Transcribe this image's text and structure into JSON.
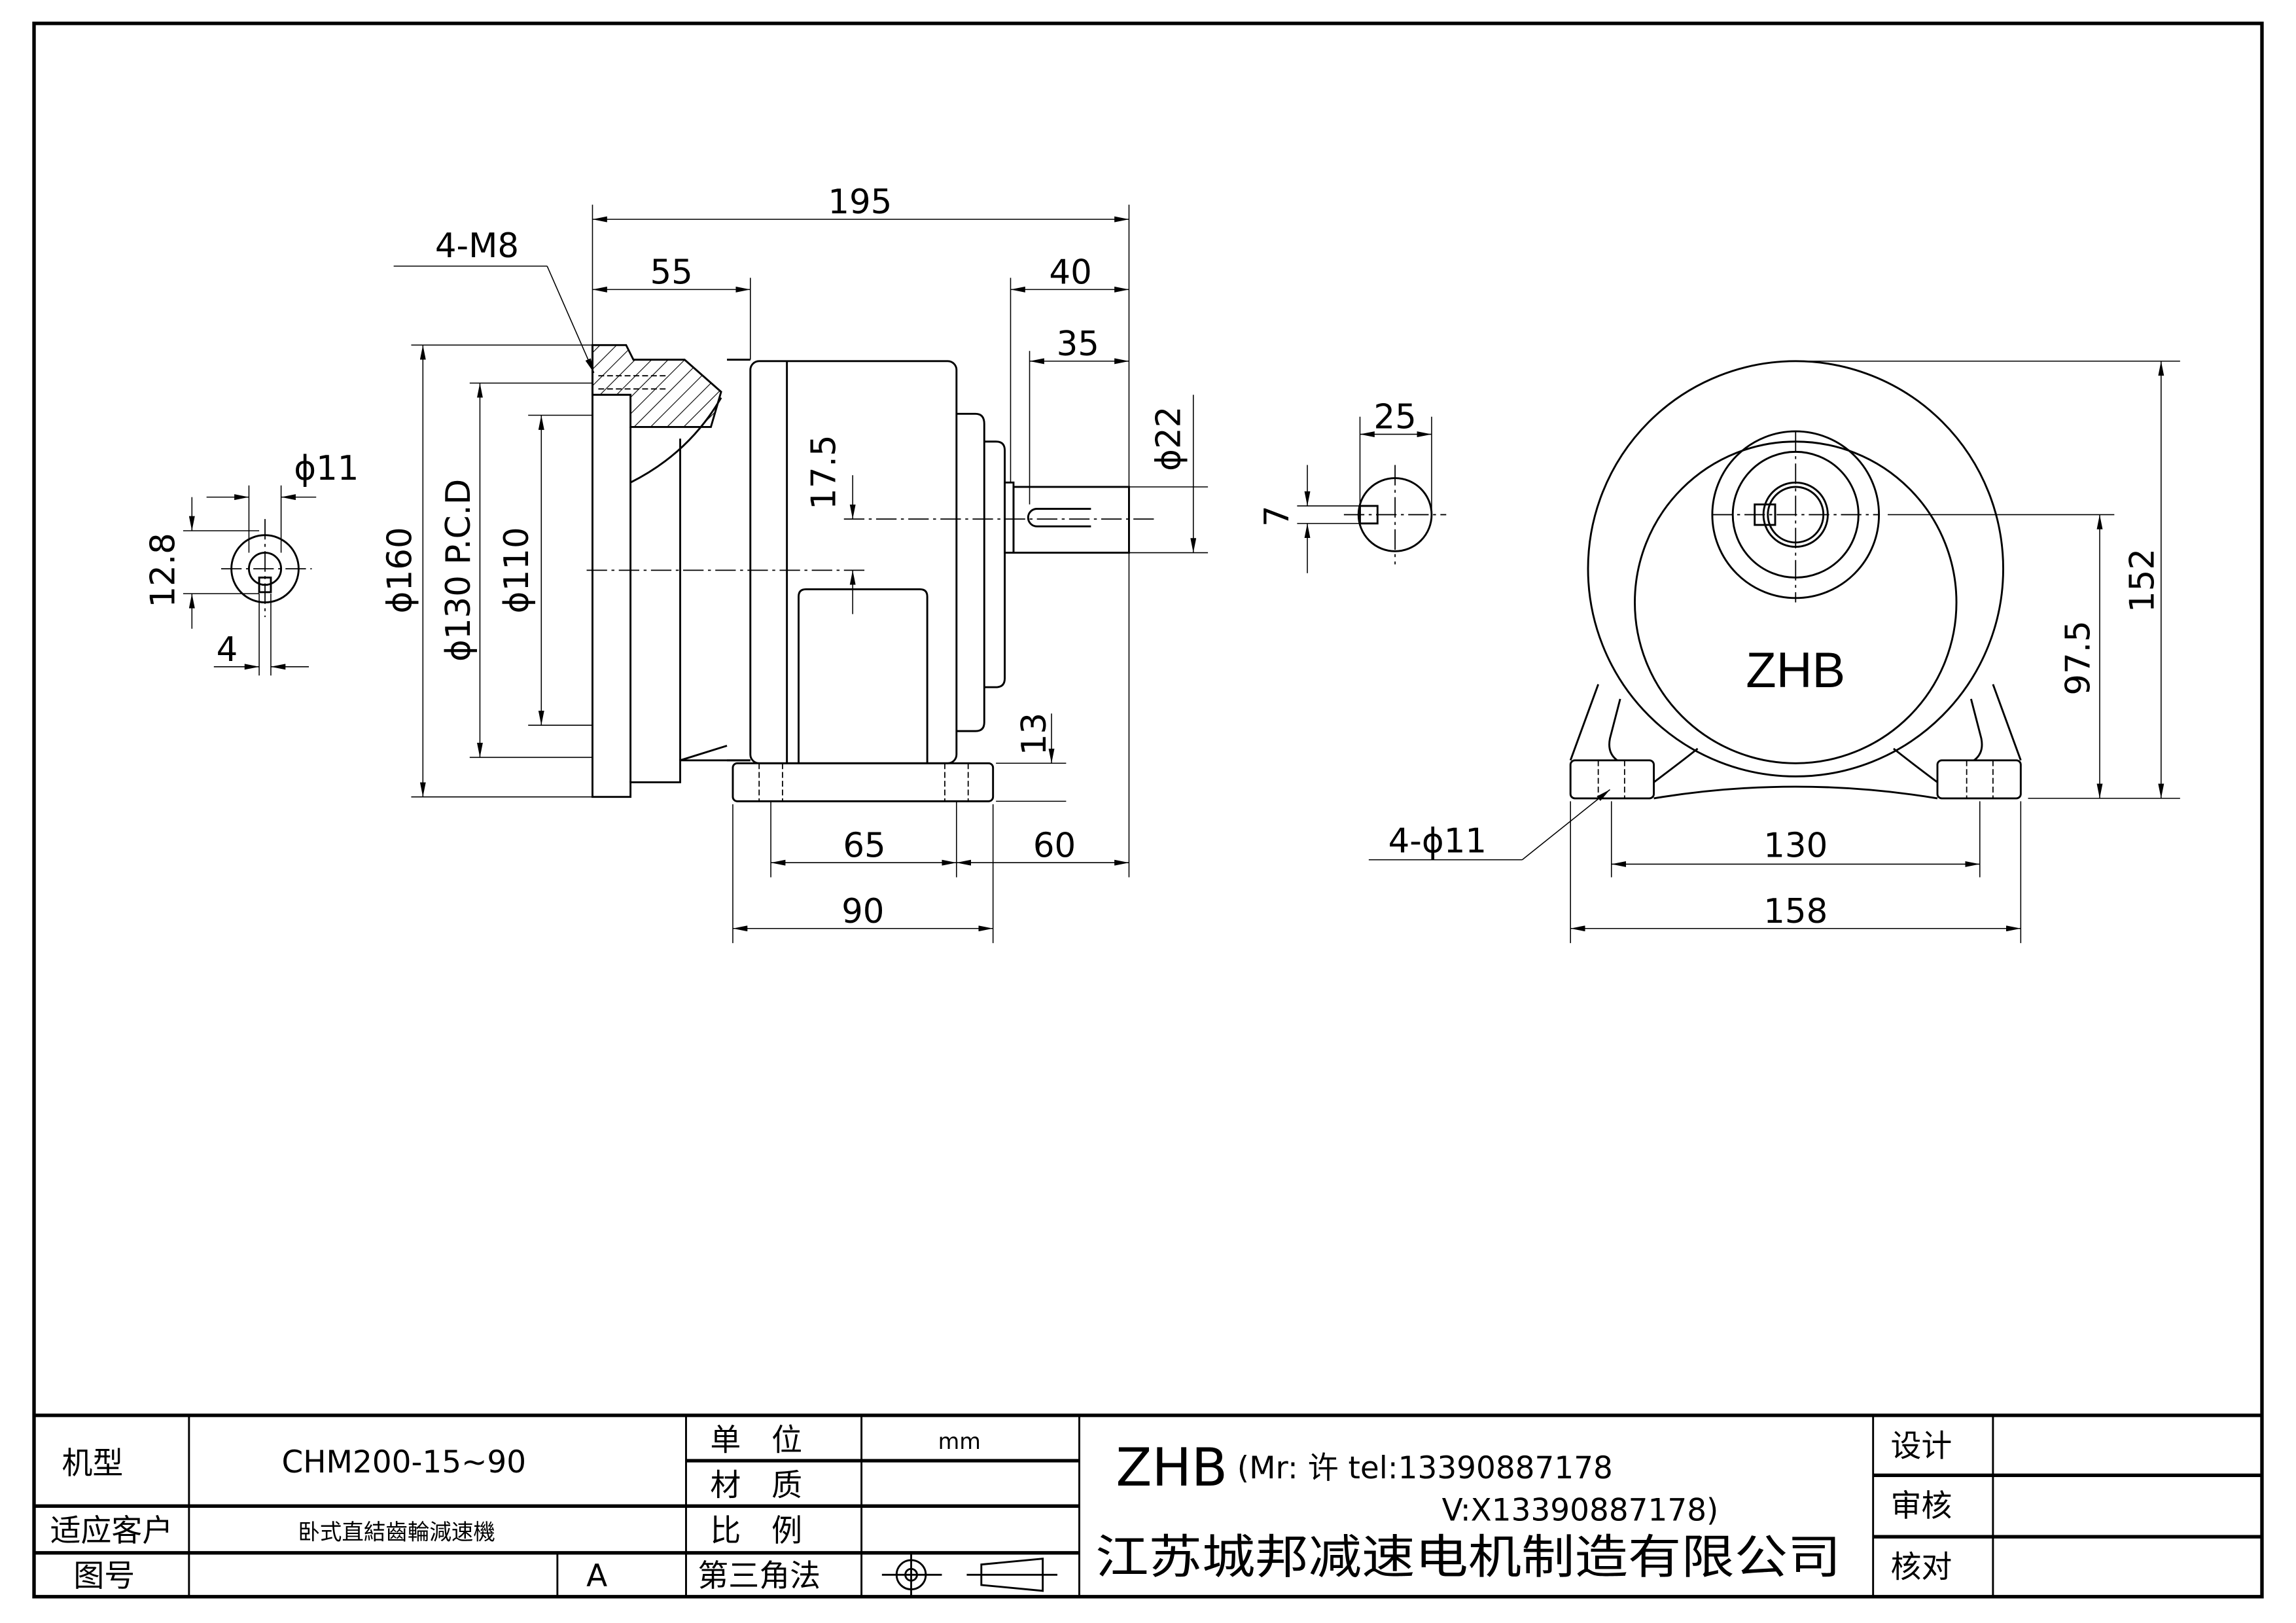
{
  "drawing": {
    "front_view": {
      "dims": {
        "overall_length": "195",
        "flange_length": "55",
        "shaft_to_end": "40",
        "shaft_length": "35",
        "shaft_dia": "ϕ22",
        "shaft_offset": "17.5",
        "flange_od": "ϕ160",
        "pcd": "ϕ130 P.C.D",
        "spigot": "ϕ110",
        "foot_height": "13",
        "foot_holes_spacing": "65",
        "foot_to_shaft_end": "60",
        "foot_length": "90",
        "tapped_holes": "4-M8"
      }
    },
    "key_view": {
      "dims": {
        "bore": "ϕ11",
        "key_height": "12.8",
        "key_width": "4"
      }
    },
    "shaft_view": {
      "dims": {
        "key_length": "25",
        "key_width": "7"
      }
    },
    "side_view": {
      "logo": "ZHB",
      "dims": {
        "overall_height": "152",
        "shaft_height": "97.5",
        "hole_spacing": "130",
        "base_width": "158",
        "foot_holes": "4-ϕ11"
      }
    }
  },
  "title_block": {
    "model_label": "机型",
    "model_value": "CHM200-15~90",
    "customer_label": "适应客户",
    "customer_value": "卧式直結齒輪減速機",
    "drawing_no_label": "图号",
    "drawing_no_value": "",
    "revision": "A",
    "unit_label": "单　位",
    "unit_value": "mm",
    "material_label": "材　质",
    "material_value": "",
    "scale_label": "比　例",
    "scale_value": "",
    "projection_label": "第三角法",
    "brand": "ZHB",
    "contact_line1": "(Mr: 许 tel:13390887178",
    "contact_line2": "V:X13390887178)",
    "company": "江苏城邦减速电机制造有限公司",
    "design_label": "设计",
    "review_label": "审核",
    "check_label": "核对"
  }
}
